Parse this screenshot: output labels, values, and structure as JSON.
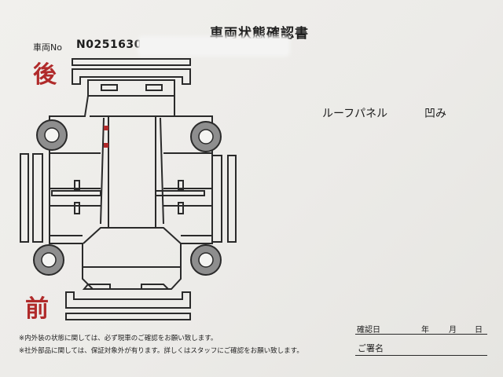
{
  "document": {
    "title": "車両状態確認書",
    "vehicle_label": "車両No",
    "vehicle_number": "N0251630",
    "rear_label": "後",
    "front_label": "前"
  },
  "damage_note": {
    "location": "ルーフパネル",
    "type": "凹み"
  },
  "footer_notes": [
    "※内外装の状態に関しては、必ず現車のご確認をお願い致します。",
    "※社外部品に関しては、保証対象外が有ります。詳しくはスタッフにご確認をお願い致します。"
  ],
  "confirmation": {
    "date_label": "確認日",
    "year_label": "年",
    "month_label": "月",
    "day_label": "日",
    "signature_label": "ご署名"
  },
  "colors": {
    "paper": "#efeeeb",
    "ink": "#2a2a2a",
    "accent_red": "#b02a2a",
    "wheel_fill": "#8e8e8e"
  }
}
